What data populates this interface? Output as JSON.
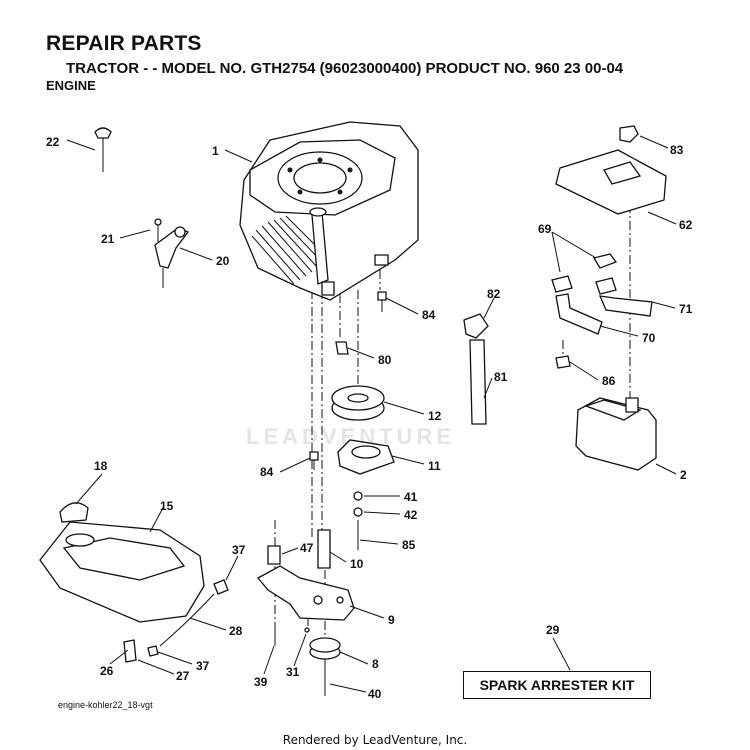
{
  "header": {
    "title": "REPAIR PARTS",
    "subtitle": "TRACTOR - - MODEL NO. GTH2754 (96023000400) PRODUCT NO. 960 23 00-04",
    "section": "ENGINE"
  },
  "callouts": [
    "22",
    "1",
    "83",
    "62",
    "69",
    "21",
    "20",
    "84",
    "82",
    "71",
    "70",
    "80",
    "81",
    "86",
    "12",
    "18",
    "84",
    "11",
    "2",
    "15",
    "41",
    "42",
    "85",
    "37",
    "47",
    "10",
    "9",
    "28",
    "29",
    "26",
    "37",
    "27",
    "31",
    "8",
    "39",
    "40"
  ],
  "kit_label": "SPARK ARRESTER KIT",
  "file_ref": "engine-kohler22_18-vgt",
  "watermark": "LEADVENTURE",
  "footer": "Rendered by LeadVenture, Inc."
}
